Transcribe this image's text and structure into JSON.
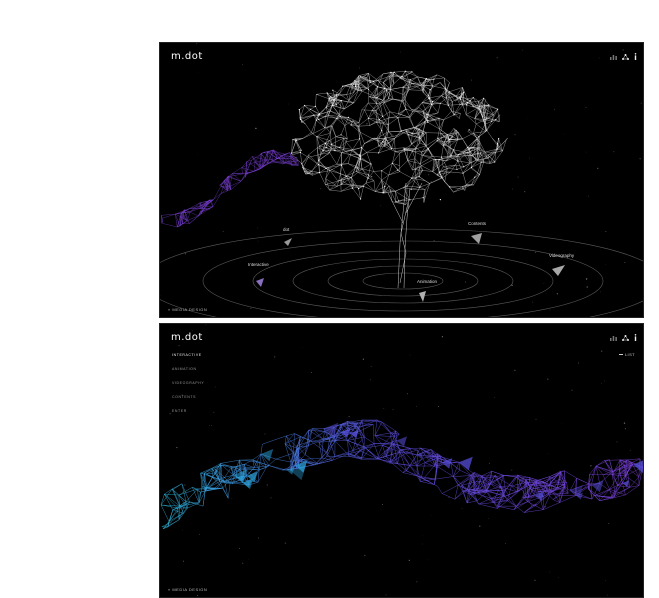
{
  "screen1": {
    "logo": "m.dot",
    "footer": "MEDIA DESIGN",
    "nodes": [
      {
        "key": "dot",
        "label": "dot"
      },
      {
        "key": "contents",
        "label": "Contents"
      },
      {
        "key": "interactive",
        "label": "Interactive"
      },
      {
        "key": "videography",
        "label": "Videography"
      },
      {
        "key": "animation",
        "label": "Animation"
      }
    ],
    "icons": [
      "chart-icon",
      "network-icon",
      "info-icon"
    ]
  },
  "screen2": {
    "logo": "m.dot",
    "footer": "MEDIA DESIGN",
    "nav": [
      "INTERACTIVE",
      "ANIMATION",
      "VIDEOGRAPHY",
      "CONTENTS",
      "ENTER"
    ],
    "list_label": "LIST",
    "icons": [
      "chart-icon",
      "network-icon",
      "info-icon"
    ]
  },
  "colors": {
    "background": "#000000",
    "tree": "#e8e8e8",
    "wave_start": "#2bb5d8",
    "wave_mid": "#5a4ee0",
    "wave_end": "#7a3fd6"
  }
}
